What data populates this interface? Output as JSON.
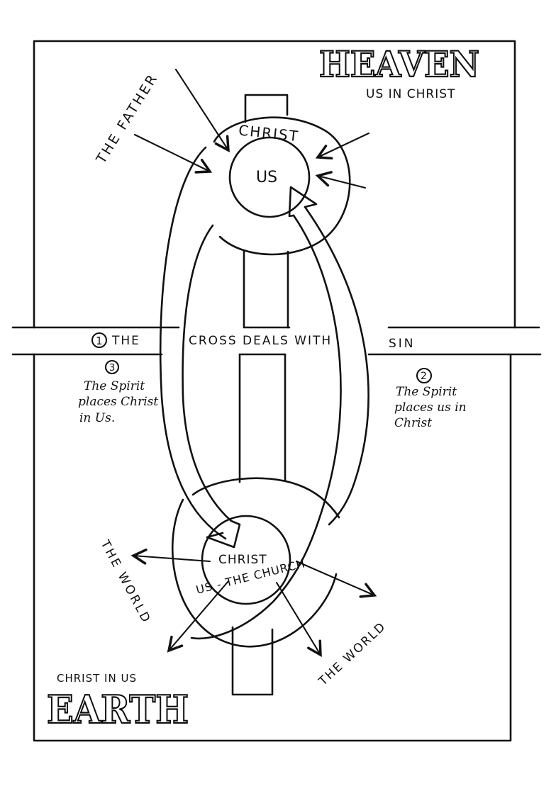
{
  "heaven": {
    "title": "HEAVEN",
    "subtitle": "US IN CHRIST",
    "father_label": "THE FATHER",
    "christ_label": "CHRIST",
    "us_label": "US"
  },
  "cross": {
    "step1_number": "1",
    "step1_text_a": "THE",
    "step1_text_b": "CROSS DEALS WITH",
    "step1_text_c": "SIN"
  },
  "spirit_left": {
    "number": "3",
    "line1": "The Spirit",
    "line2": "places Christ",
    "line3": "in Us."
  },
  "spirit_right": {
    "number": "2",
    "line1": "The Spirit",
    "line2": "places us in",
    "line3": "Christ"
  },
  "earth": {
    "title": "EARTH",
    "subtitle": "CHRIST IN US",
    "christ_label": "CHRIST",
    "church_label": "US - THE CHURCH",
    "world_left": "THE WORLD",
    "world_right": "THE WORLD"
  }
}
